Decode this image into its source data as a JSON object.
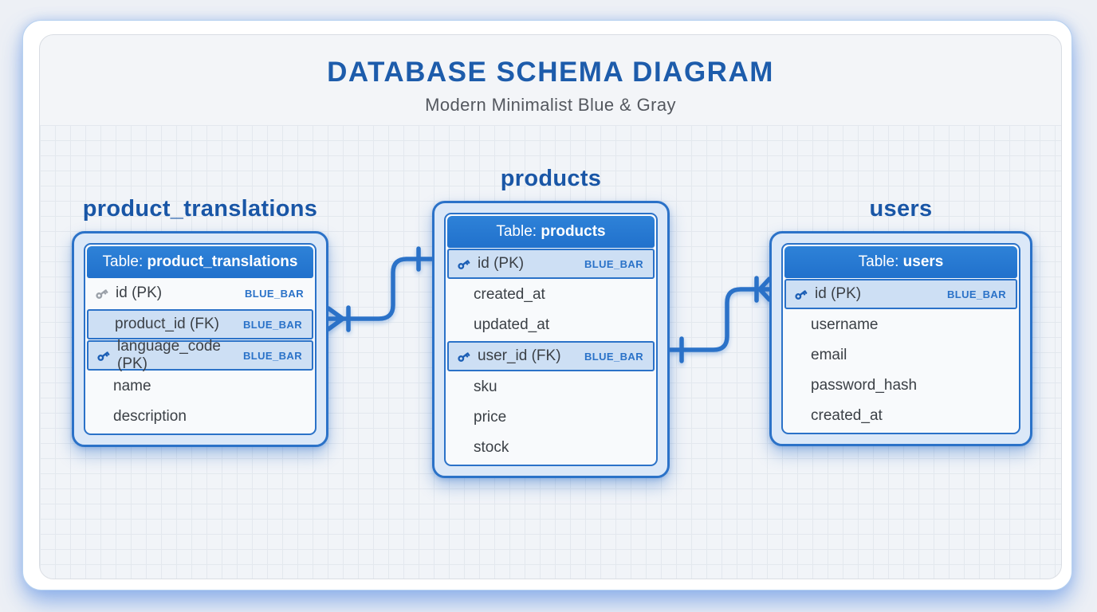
{
  "page": {
    "title": "DATABASE SCHEMA DIAGRAM",
    "subtitle": "Modern Minimalist Blue & Gray"
  },
  "colors": {
    "accent_blue": "#2b72c8",
    "header_blue": "#2478d4",
    "title_blue": "#1d5cab",
    "highlight_row_bg": "#cddff4",
    "badge_text": "#2a72c8",
    "key_gray": "#9aa0a8",
    "key_blue": "#1b5eb5",
    "canvas_bg": "#f1f4f8"
  },
  "tables": [
    {
      "label": "product_translations",
      "header_prefix": "Table: ",
      "header_name": "product_translations",
      "columns": [
        {
          "name": "id (PK)",
          "badge": "BLUE_BAR",
          "key": "gray",
          "highlight": false
        },
        {
          "name": "product_id (FK)",
          "badge": "BLUE_BAR",
          "key": "none",
          "highlight": true
        },
        {
          "name": "language_code (PK)",
          "badge": "BLUE_BAR",
          "key": "blue",
          "highlight": true
        },
        {
          "name": "name",
          "badge": "",
          "key": "none",
          "highlight": false
        },
        {
          "name": "description",
          "badge": "",
          "key": "none",
          "highlight": false
        }
      ]
    },
    {
      "label": "products",
      "header_prefix": "Table: ",
      "header_name": "products",
      "columns": [
        {
          "name": "id (PK)",
          "badge": "BLUE_BAR",
          "key": "blue",
          "highlight": true
        },
        {
          "name": "created_at",
          "badge": "",
          "key": "none",
          "highlight": false
        },
        {
          "name": "updated_at",
          "badge": "",
          "key": "none",
          "highlight": false
        },
        {
          "name": "user_id (FK)",
          "badge": "BLUE_BAR",
          "key": "blue",
          "highlight": true
        },
        {
          "name": "sku",
          "badge": "",
          "key": "none",
          "highlight": false
        },
        {
          "name": "price",
          "badge": "",
          "key": "none",
          "highlight": false
        },
        {
          "name": "stock",
          "badge": "",
          "key": "none",
          "highlight": false
        }
      ]
    },
    {
      "label": "users",
      "header_prefix": "Table: ",
      "header_name": "users",
      "columns": [
        {
          "name": "id (PK)",
          "badge": "BLUE_BAR",
          "key": "blue",
          "highlight": true
        },
        {
          "name": "username",
          "badge": "",
          "key": "none",
          "highlight": false
        },
        {
          "name": "email",
          "badge": "",
          "key": "none",
          "highlight": false
        },
        {
          "name": "password_hash",
          "badge": "",
          "key": "none",
          "highlight": false
        },
        {
          "name": "created_at",
          "badge": "",
          "key": "none",
          "highlight": false
        }
      ]
    }
  ],
  "relations": [
    {
      "from": "products.id",
      "from_marker": "one",
      "to": "product_translations.product_id",
      "to_marker": "one-many"
    },
    {
      "from": "products.user_id",
      "from_marker": "one",
      "to": "users.id",
      "to_marker": "one-many"
    }
  ]
}
